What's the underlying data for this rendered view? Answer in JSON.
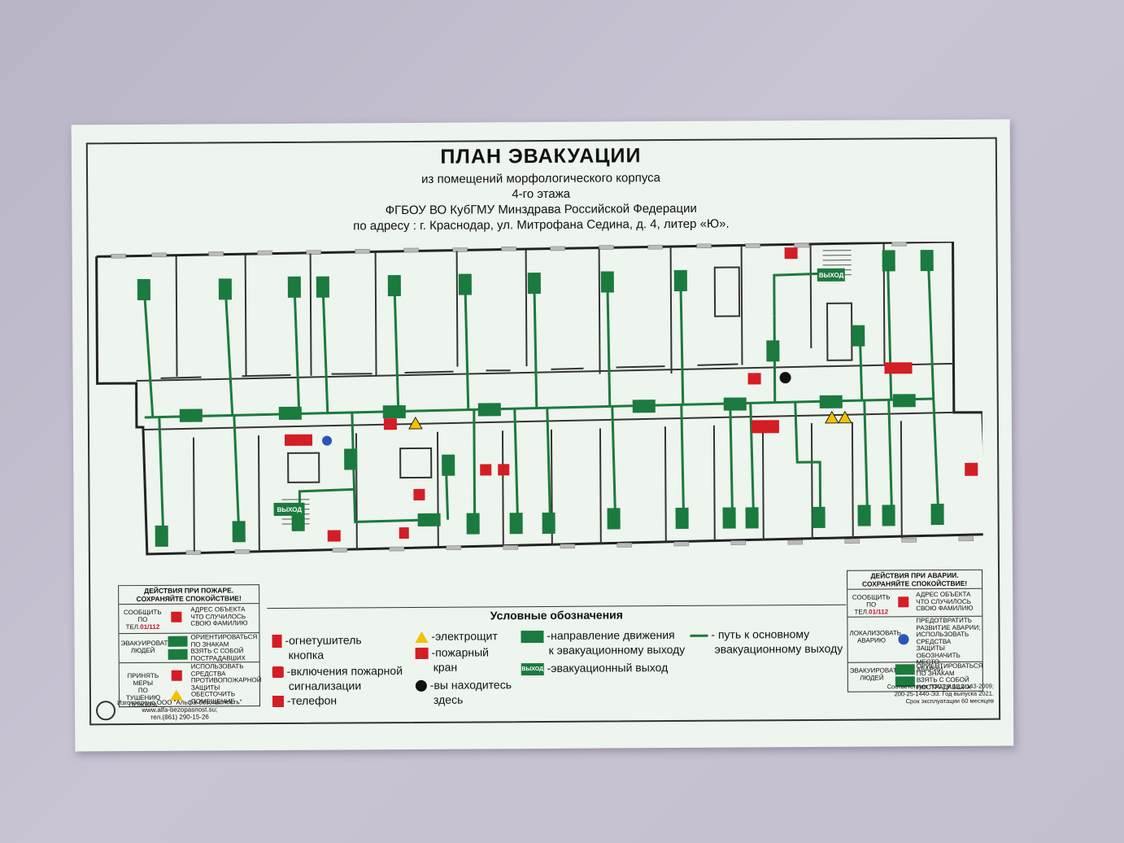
{
  "header": {
    "title": "ПЛАН ЭВАКУАЦИИ",
    "line1": "из помещений морфологического корпуса",
    "line2": "4-го этажа",
    "line3": "ФГБОУ ВО КубГМУ Минздрава Российской Федерации",
    "line4": "по адресу : г. Краснодар, ул. Митрофана Седина, д. 4, литер «Ю»."
  },
  "plan": {
    "exit_label": "ВЫХОД"
  },
  "legend": {
    "title": "Условные обозначения",
    "extinguisher": "-огнетушитель",
    "button": "кнопка",
    "alarm": "-включения пожарной",
    "alarm2": "сигнализации",
    "phone": "-телефон",
    "panel": "-электрощит",
    "hydrant": "-пожарный",
    "hydrant2": "кран",
    "here": "-вы находитесь",
    "here2": "здесь",
    "direction": "-направление движения",
    "direction2": "к эвакуационному выходу",
    "exit": "-эвакуационный выход",
    "exit_sign": "ВЫХОД",
    "path": "- путь к основному",
    "path2": "эвакуационному выходу"
  },
  "fire_box": {
    "title1": "ДЕЙСТВИЯ ПРИ ПОЖАРЕ.",
    "title2": "СОХРАНЯЙТЕ СПОКОЙСТВИЕ!",
    "r1k1": "СООБЩИТЬ",
    "r1k2": "ПО",
    "r1k3": "ТЕЛ.",
    "phone": "01/112",
    "r1v1": "АДРЕС ОБЪЕКТА",
    "r1v2": "ЧТО СЛУЧИЛОСЬ",
    "r1v3": "СВОЮ ФАМИЛИЮ",
    "r2k1": "ЭВАКУИРОВАТЬ",
    "r2k2": "ЛЮДЕЙ",
    "r2v1": "ОРИЕНТИРОВАТЬСЯ",
    "r2v2": "ПО ЗНАКАМ",
    "r2v3": "ВЗЯТЬ С СОБОЙ",
    "r2v4": "ПОСТРАДАВШИХ",
    "r3k1": "ПРИНЯТЬ МЕРЫ",
    "r3k2": "ПО ТУШЕНИЮ",
    "r3k3": "ПОЖАРА",
    "r3v1": "ИСПОЛЬЗОВАТЬ",
    "r3v2": "СРЕДСТВА",
    "r3v3": "ПРОТИВОПОЖАРНОЙ",
    "r3v4": "ЗАЩИТЫ",
    "r3v5": "ОБЕСТОЧИТЬ",
    "r3v6": "ПОМЕЩЕНИЕ"
  },
  "accident_box": {
    "title1": "ДЕЙСТВИЯ ПРИ АВАРИИ.",
    "title2": "СОХРАНЯЙТЕ СПОКОЙСТВИЕ!",
    "r1k1": "СООБЩИТЬ",
    "r1k2": "ПО",
    "r1k3": "ТЕЛ.",
    "phone": "01/112",
    "r1v1": "АДРЕС ОБЪЕКТА",
    "r1v2": "ЧТО СЛУЧИЛОСЬ",
    "r1v3": "СВОЮ ФАМИЛИЮ",
    "r2k1": "ЛОКАЛИЗОВАТЬ",
    "r2k2": "АВАРИЮ",
    "r2v1": "ПРЕДОТВРАТИТЬ",
    "r2v2": "РАЗВИТИЕ АВАРИИ;",
    "r2v3": "ИСПОЛЬЗОВАТЬ",
    "r2v4": "СРЕДСТВА ЗАЩИТЫ",
    "r2v5": "ОБОЗНАЧИТЬ МЕСТО",
    "r2v6": "АВАРИИ",
    "r3k1": "ЭВАКУИРОВАТЬ",
    "r3k2": "ЛЮДЕЙ",
    "r3v1": "ОРИЕНТИРОВАТЬСЯ",
    "r3v2": "ПО ЗНАКАМ",
    "r3v3": "ВЗЯТЬ С СОБОЙ",
    "r3v4": "ПОСТРАДАВШИХ"
  },
  "footer": {
    "maker1": "Изготовлено ООО \"Альфа-безопасность\"",
    "maker2": "www.alfa-bezopasnost.su;",
    "maker3": "тел.(861) 290-15-26",
    "gost1": "Соответствует ГОСТ Р 12.2.143-2009;",
    "gost2": "200-25-1440-ЭЗ. Год выпуска 2021.",
    "gost3": "Срок эксплуатации 60 месяцев"
  },
  "colors": {
    "path_green": "#1b7a3e",
    "sign_red": "#d41d24",
    "wall": "#222222"
  }
}
